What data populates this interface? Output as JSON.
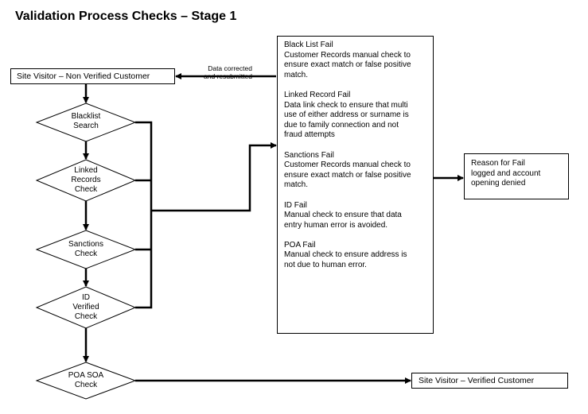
{
  "title": "Validation Process Checks – Stage 1",
  "nodes": {
    "non_verified": "Site Visitor – Non Verified Customer",
    "verified": "Site Visitor – Verified Customer",
    "blacklist": [
      "Blacklist",
      "Search"
    ],
    "linked": [
      "Linked",
      "Records",
      "Check"
    ],
    "sanctions": [
      "Sanctions",
      "Check"
    ],
    "id": [
      "ID",
      "Verified",
      "Check"
    ],
    "poa": [
      "POA SOA",
      "Check"
    ]
  },
  "feedback_note": [
    "Data corrected",
    "and resubmitted"
  ],
  "fail_box": {
    "sections": [
      {
        "heading": "Black List Fail",
        "lines": [
          "Customer Records manual check to",
          "ensure exact match or false positive",
          "match."
        ]
      },
      {
        "heading": "Linked Record Fail",
        "lines": [
          "Data link check to ensure that multi",
          "use of either address or surname is",
          "due to family connection and not",
          "fraud attempts"
        ]
      },
      {
        "heading": "Sanctions Fail",
        "lines": [
          "Customer Records manual check to",
          "ensure exact match or false positive",
          "match."
        ]
      },
      {
        "heading": "ID Fail",
        "lines": [
          "Manual  check to ensure  that  data",
          "entry  human error is avoided."
        ]
      },
      {
        "heading": "POA Fail",
        "lines": [
          "Manual check to ensure  address is",
          "not due to human error."
        ]
      }
    ]
  },
  "reason_box": [
    "Reason for Fail",
    "logged and account",
    "opening denied"
  ]
}
